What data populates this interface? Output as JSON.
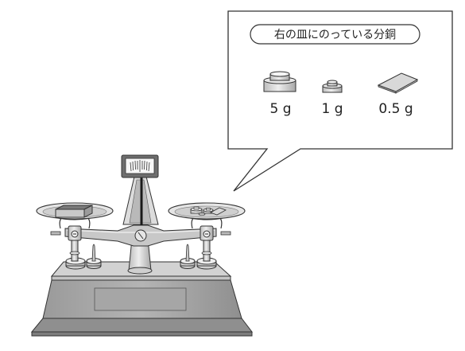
{
  "callout": {
    "title": "右の皿にのっている分銅",
    "weights": [
      {
        "label": "5 g",
        "icon": "large-weight-icon"
      },
      {
        "label": "1 g",
        "icon": "small-weight-icon"
      },
      {
        "label": "0.5 g",
        "icon": "plate-weight-icon"
      }
    ]
  },
  "colors": {
    "line": "#333333",
    "base": "#a9a9a9",
    "metal": "#d6d6d6",
    "metal_dark": "#8c8c8c"
  }
}
